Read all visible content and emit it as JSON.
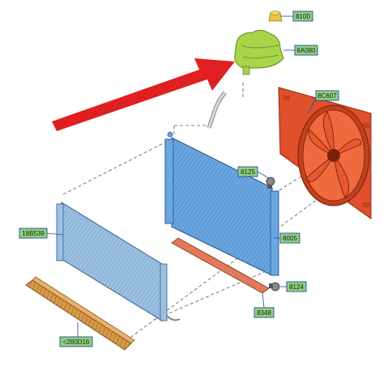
{
  "callouts": {
    "cap": "8100",
    "reservoir": "8A080",
    "fan_shroud": "8C607",
    "sensor_upper": "8125",
    "condenser": "18B539",
    "radiator": "8005",
    "sensor_lower": "8124",
    "lower_seal": "8348",
    "air_deflector": "<280D16"
  },
  "colors": {
    "callout_fill": "#8fd27d",
    "callout_stroke": "#1f4e9a",
    "radiator": "#6aa6e0",
    "condenser": "#8fb6d9",
    "fan": "#e0502a",
    "reservoir": "#a8d44a",
    "deflector": "#c8893e",
    "arrow": "#e02020"
  }
}
